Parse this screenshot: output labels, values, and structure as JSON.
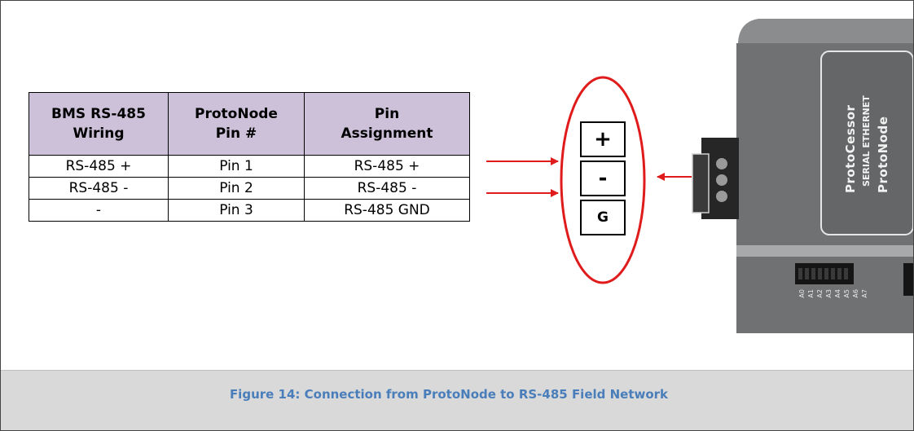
{
  "table": {
    "headers": [
      "BMS RS-485 Wiring",
      "ProtoNode Pin #",
      "Pin Assignment"
    ],
    "header_lines": [
      [
        "BMS RS-485",
        "Wiring"
      ],
      [
        "ProtoNode",
        "Pin #"
      ],
      [
        "Pin",
        "Assignment"
      ]
    ],
    "rows": [
      [
        "RS-485 +",
        "Pin 1",
        "RS-485 +"
      ],
      [
        "RS-485 -",
        "Pin 2",
        "RS-485 -"
      ],
      [
        "-",
        "Pin 3",
        "RS-485 GND"
      ]
    ]
  },
  "terminal_pins": [
    "+",
    "-",
    "G"
  ],
  "device": {
    "brand_line1": "ProtoCessor",
    "brand_line2": "SERIAL ETHERNET",
    "brand_line3": "ProtoNode",
    "dip_labels": [
      "A0",
      "A1",
      "A2",
      "A3",
      "A4",
      "A5",
      "A6",
      "A7"
    ]
  },
  "caption": "Figure 14: Connection from ProtoNode to RS-485 Field Network",
  "colors": {
    "header_fill": "#ccc1d9",
    "arrow": "#e01b1b",
    "highlight_ellipse": "#e01b1b",
    "caption_text": "#4a7ebb",
    "caption_bar": "#d9d9d9",
    "device_body": "#6f7173"
  }
}
